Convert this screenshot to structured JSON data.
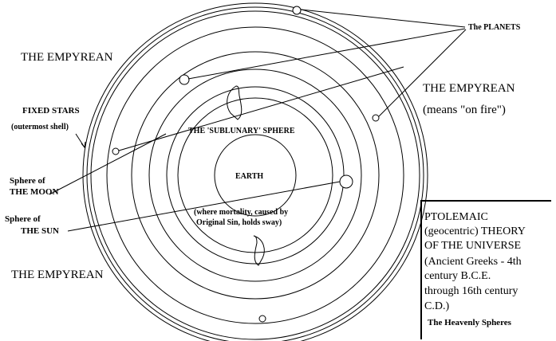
{
  "labels": {
    "empyrean_top_left": "THE EMPYREAN",
    "empyrean_right": "THE EMPYREAN",
    "empyrean_meaning": "(means \"on fire\")",
    "empyrean_bottom_left": "THE EMPYREAN",
    "planets": "The PLANETS",
    "fixed_stars": "FIXED STARS",
    "fixed_stars_note": "(outermost shell)",
    "moon_line1": "Sphere of",
    "moon_line2": "THE MOON",
    "sun_line1": "Sphere of",
    "sun_line2": "THE SUN",
    "sublunary": "THE 'SUBLUNARY' SPHERE",
    "earth": "EARTH",
    "mortality_line1": "(where mortality, caused by",
    "mortality_line2": "Original Sin, holds sway)"
  },
  "title_box": {
    "lines": [
      "PTOLEMAIC",
      "(geocentric) THEORY",
      "OF THE UNIVERSE",
      "(Ancient Greeks - 4th",
      "century B.C.E.",
      "through 16th century",
      "C.D.)"
    ],
    "subtitle": "The Heavenly Spheres"
  }
}
